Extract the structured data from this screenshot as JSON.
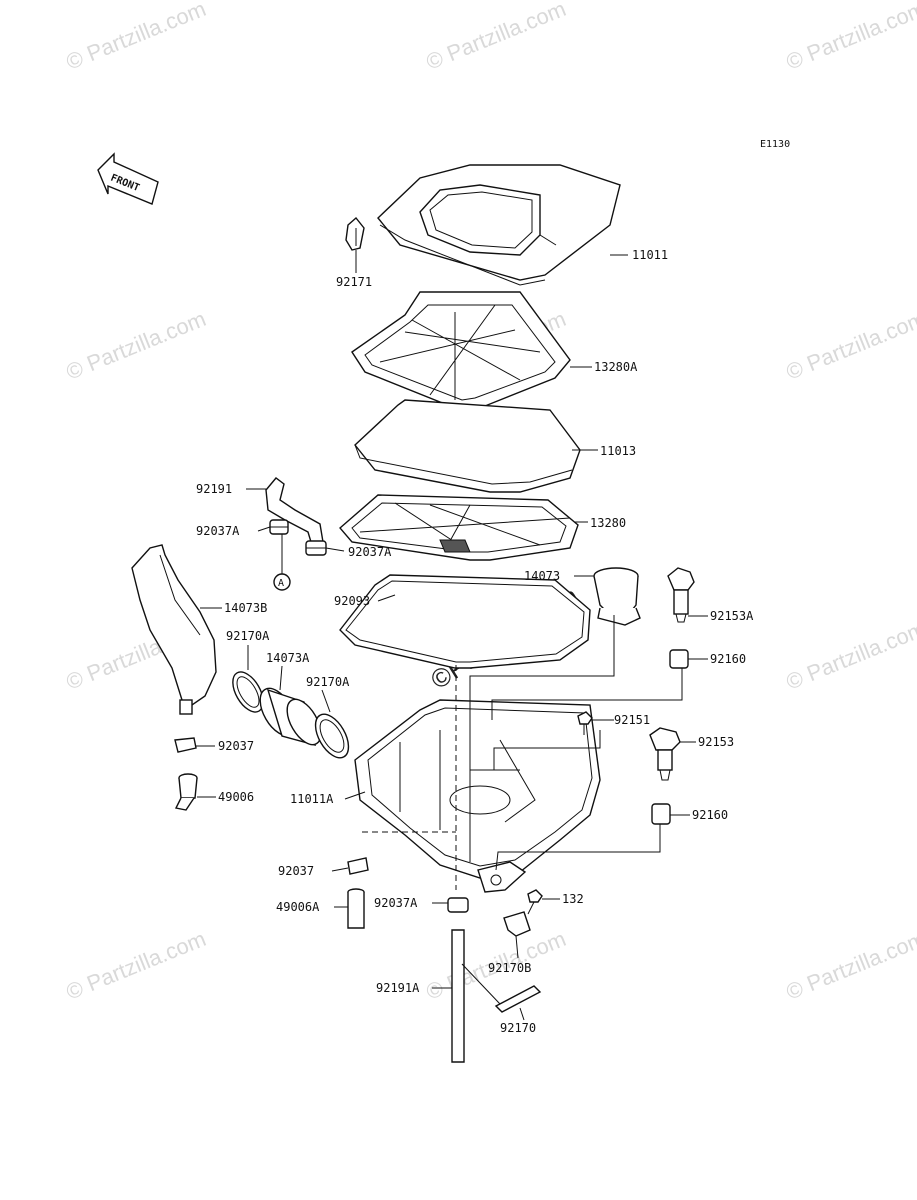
{
  "diagram_code": "E1130",
  "front_label": "FRONT",
  "watermark": "© Partzilla.com",
  "watermark_center": "©Partzilla.com",
  "ref_marker": "A",
  "labels": {
    "p11011": "11011",
    "p92171": "92171",
    "p13280A": "13280A",
    "p11013": "11013",
    "p92191": "92191",
    "p13280": "13280",
    "p92037A_top_left": "92037A",
    "p92037A_top_right": "92037A",
    "p14073": "14073",
    "p92093": "92093",
    "p14073B": "14073B",
    "p92153A": "92153A",
    "p92170A_left": "92170A",
    "p92160_top": "92160",
    "p14073A": "14073A",
    "p92170A_right": "92170A",
    "p92151": "92151",
    "p92153": "92153",
    "p92037_left": "92037",
    "p49006": "49006",
    "p11011A": "11011A",
    "p92160_bottom": "92160",
    "p92037_bottom": "92037",
    "p49006A": "49006A",
    "p92037A_bottom": "92037A",
    "p132": "132",
    "p92170B": "92170B",
    "p92191A": "92191A",
    "p92170": "92170"
  }
}
